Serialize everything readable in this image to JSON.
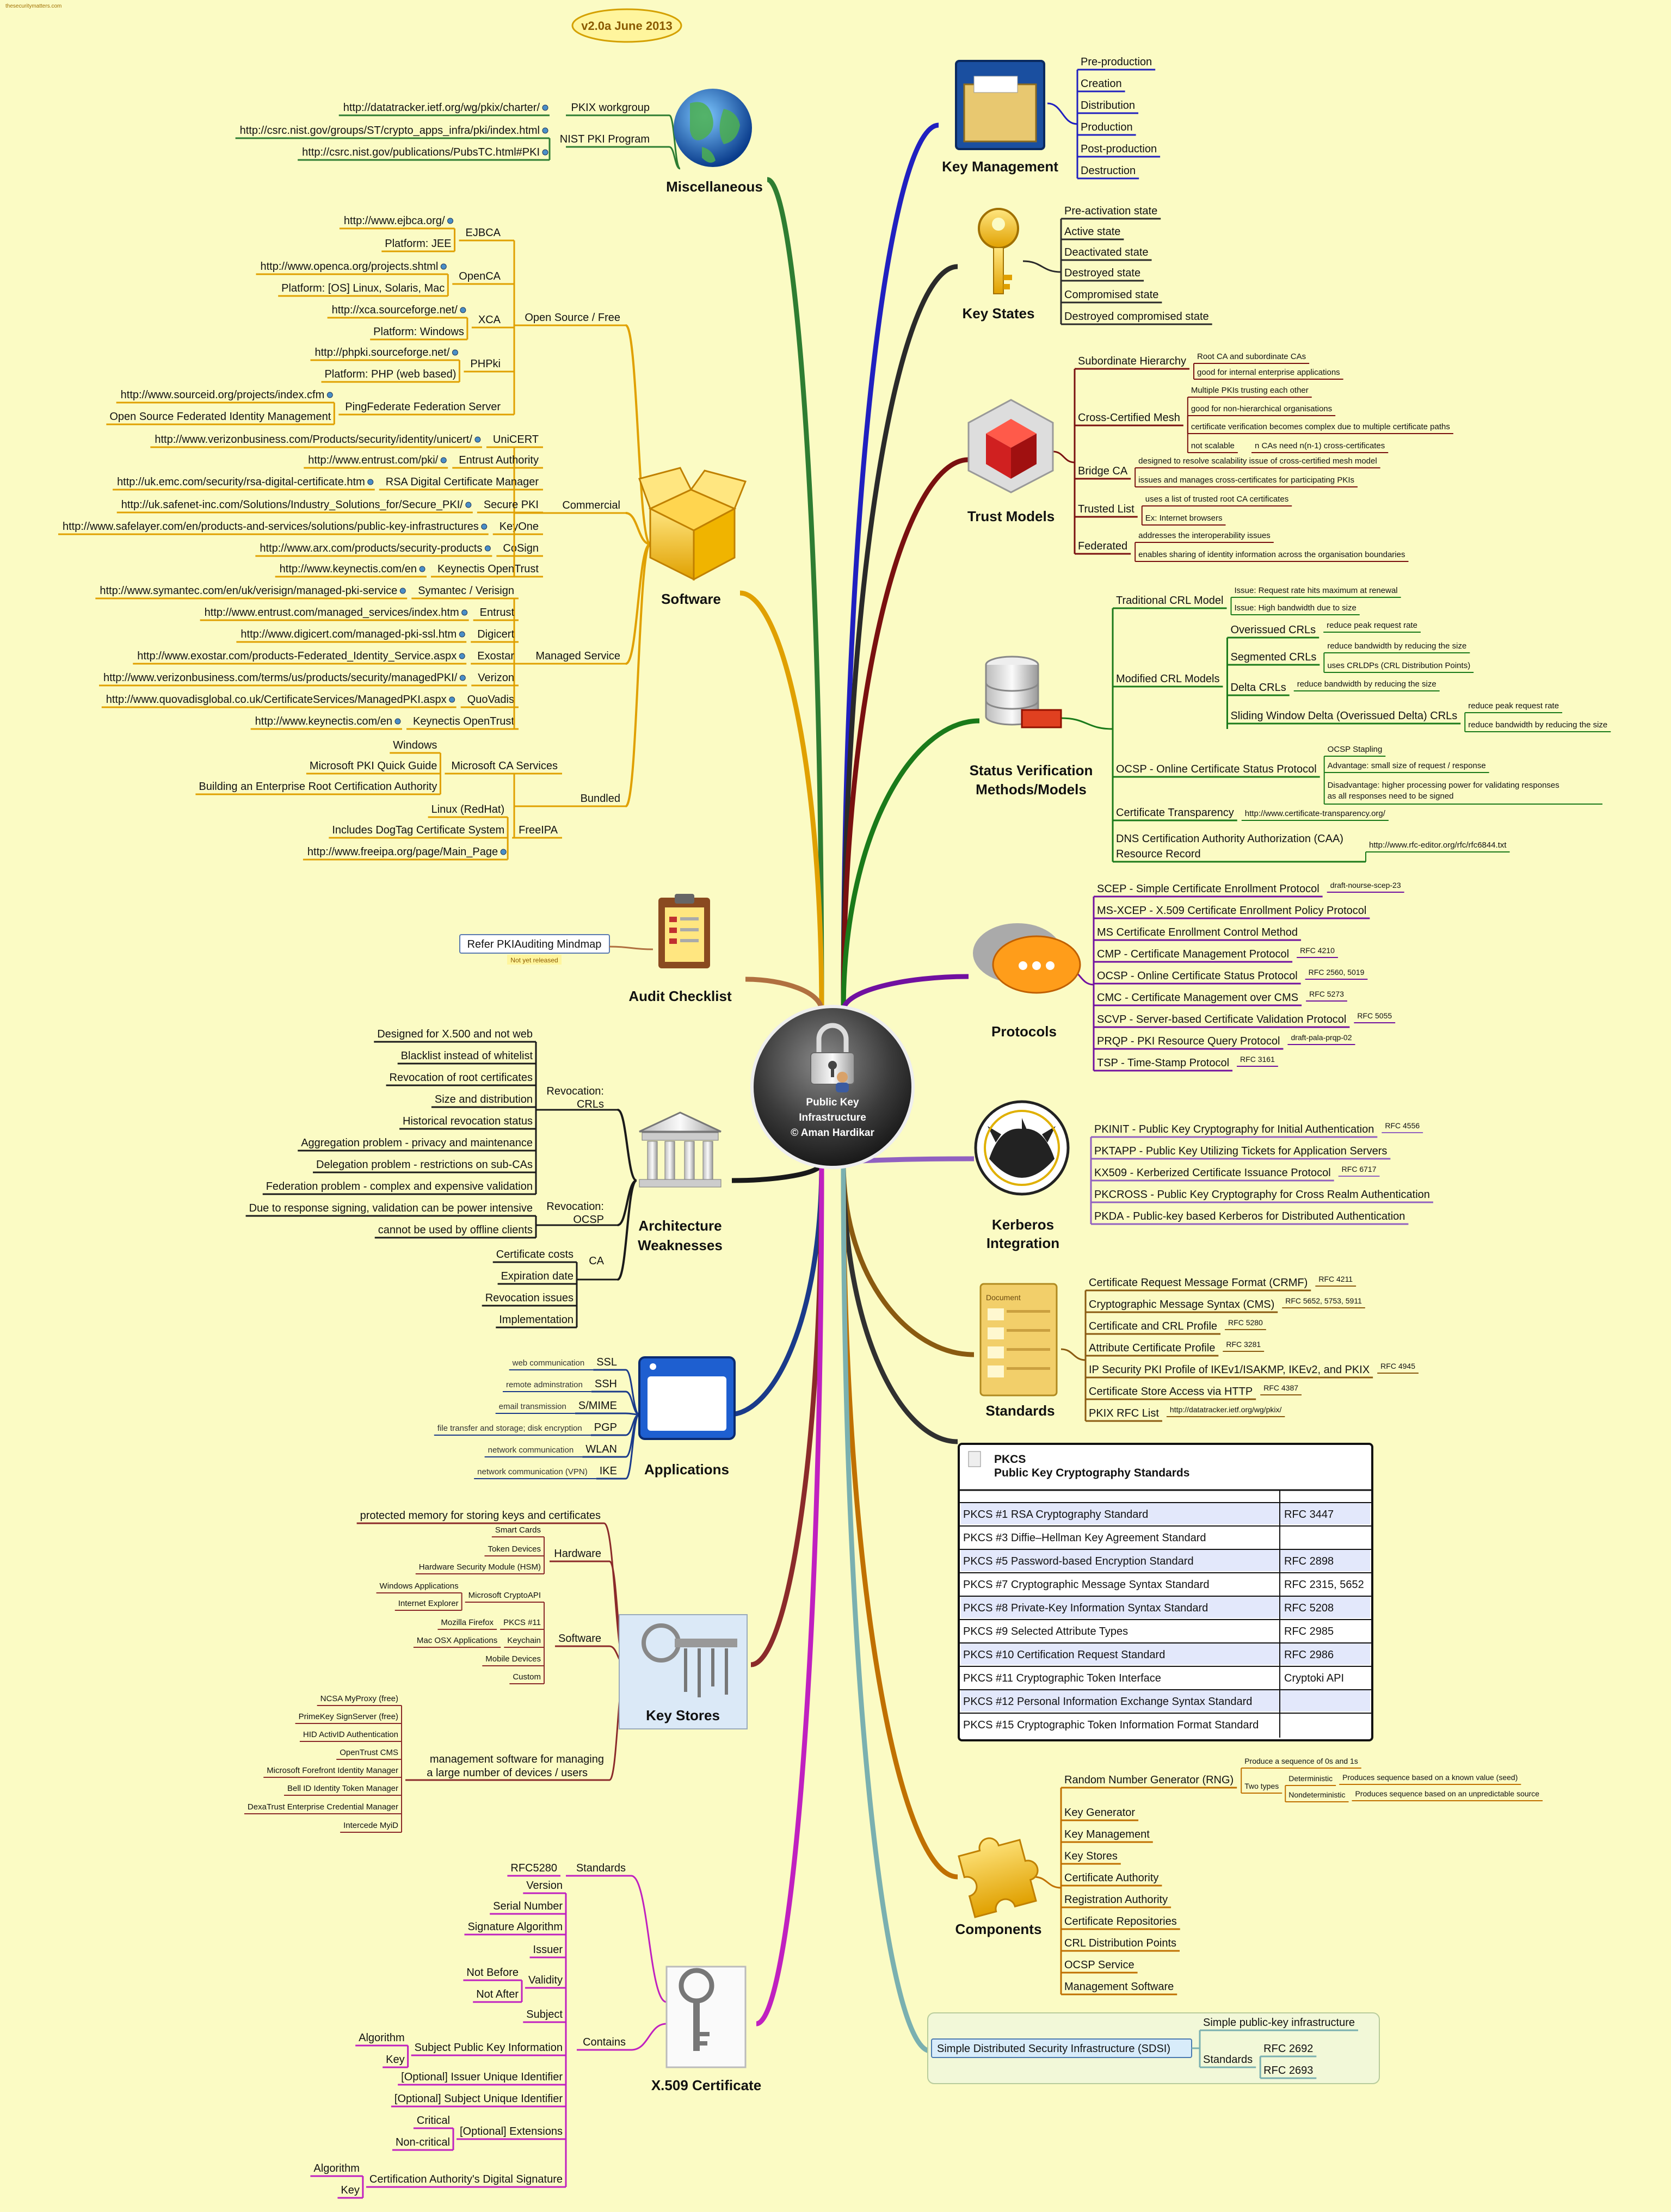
{
  "header": {
    "site": "thesecuritymatters.com",
    "version": "v2.0a June 2013"
  },
  "center": {
    "line1": "Public Key",
    "line2": "Infrastructure",
    "line3": "© Aman Hardikar"
  },
  "colors": {
    "background": "#fbfbc4",
    "misc": "#2e7d32",
    "software": "#e0a000",
    "audit": "#b07040",
    "architecture": "#1a1a1a",
    "applications": "#1a3a8a",
    "keystores": "#8b2a2a",
    "x509": "#c020c0",
    "keymgmt": "#2020c0",
    "keystates": "#2a2a2a",
    "trust": "#7a1010",
    "status": "#1a7a1a",
    "protocols": "#7010a0",
    "kerberos": "#9060c0",
    "standards": "#8a5a10",
    "pkcs": "#303030",
    "components": "#c07000",
    "sdsi": "#7ab0b0"
  },
  "left": {
    "misc": {
      "title": "Miscellaneous",
      "groups": [
        {
          "label": "PKIX workgroup",
          "items": [
            "http://datatracker.ietf.org/wg/pkix/charter/"
          ]
        },
        {
          "label": "NIST PKI Program",
          "items": [
            "http://csrc.nist.gov/groups/ST/crypto_apps_infra/pki/index.html",
            "http://csrc.nist.gov/publications/PubsTC.html#PKI"
          ]
        }
      ]
    },
    "software": {
      "title": "Software",
      "sections": [
        {
          "label": "Open Source / Free",
          "groups": [
            {
              "label": "EJBCA",
              "items": [
                "http://www.ejbca.org/",
                "Platform: JEE"
              ]
            },
            {
              "label": "OpenCA",
              "items": [
                "http://www.openca.org/projects.shtml",
                "Platform: [OS] Linux, Solaris, Mac"
              ]
            },
            {
              "label": "XCA",
              "items": [
                "http://xca.sourceforge.net/",
                "Platform: Windows"
              ]
            },
            {
              "label": "PHPki",
              "items": [
                "http://phpki.sourceforge.net/",
                "Platform: PHP (web based)"
              ]
            },
            {
              "label": "PingFederate Federation Server",
              "items": [
                "http://www.sourceid.org/projects/index.cfm",
                "Open Source Federated Identity Management"
              ]
            }
          ]
        },
        {
          "label": "Commercial",
          "groups": [
            {
              "label": "UniCERT",
              "items": [
                "http://www.verizonbusiness.com/Products/security/identity/unicert/"
              ]
            },
            {
              "label": "Entrust Authority",
              "items": [
                "http://www.entrust.com/pki/"
              ]
            },
            {
              "label": "RSA Digital Certificate Manager",
              "items": [
                "http://uk.emc.com/security/rsa-digital-certificate.htm"
              ]
            },
            {
              "label": "Secure PKI",
              "items": [
                "http://uk.safenet-inc.com/Solutions/Industry_Solutions_for/Secure_PKI/"
              ]
            },
            {
              "label": "KeyOne",
              "items": [
                "http://www.safelayer.com/en/products-and-services/solutions/public-key-infrastructures"
              ]
            },
            {
              "label": "CoSign",
              "items": [
                "http://www.arx.com/products/security-products"
              ]
            },
            {
              "label": "Keynectis OpenTrust",
              "items": [
                "http://www.keynectis.com/en"
              ]
            }
          ]
        },
        {
          "label": "Managed Service",
          "groups": [
            {
              "label": "Symantec / Verisign",
              "items": [
                "http://www.symantec.com/en/uk/verisign/managed-pki-service"
              ]
            },
            {
              "label": "Entrust",
              "items": [
                "http://www.entrust.com/managed_services/index.htm"
              ]
            },
            {
              "label": "Digicert",
              "items": [
                "http://www.digicert.com/managed-pki-ssl.htm"
              ]
            },
            {
              "label": "Exostar",
              "items": [
                "http://www.exostar.com/products-Federated_Identity_Service.aspx"
              ]
            },
            {
              "label": "Verizon",
              "items": [
                "http://www.verizonbusiness.com/terms/us/products/security/managedPKI/"
              ]
            },
            {
              "label": "QuoVadis",
              "items": [
                "http://www.quovadisglobal.co.uk/CertificateServices/ManagedPKI.aspx"
              ]
            },
            {
              "label": "Keynectis OpenTrust",
              "items": [
                "http://www.keynectis.com/en"
              ]
            }
          ]
        },
        {
          "label": "Bundled",
          "groups": [
            {
              "label": "Microsoft CA Services",
              "items": [
                "Windows",
                "Microsoft PKI Quick Guide",
                "Building an Enterprise Root Certification Authority"
              ]
            },
            {
              "label": "FreeIPA",
              "items": [
                "Linux (RedHat)",
                "Includes DogTag Certificate System",
                "http://www.freeipa.org/page/Main_Page"
              ]
            }
          ]
        }
      ]
    },
    "audit": {
      "title": "Audit Checklist",
      "item": "Refer PKIAuditing Mindmap",
      "note": "Not yet released"
    },
    "architecture": {
      "title1": "Architecture",
      "title2": "Weaknesses",
      "groups": [
        {
          "label1": "Revocation:",
          "label2": "CRLs",
          "items": [
            "Designed for X.500 and not web",
            "Blacklist instead of whitelist",
            "Revocation of root certificates",
            "Size and distribution",
            "Historical revocation status",
            "Aggregation problem - privacy and maintenance",
            "Delegation problem - restrictions on sub-CAs",
            "Federation problem - complex and expensive validation"
          ]
        },
        {
          "label1": "Revocation:",
          "label2": "OCSP",
          "items": [
            "Due to response signing, validation can be power intensive",
            "cannot be used by offline clients"
          ]
        },
        {
          "label1": "CA",
          "label2": "",
          "items": [
            "Certificate costs",
            "Expiration date",
            "Revocation issues",
            "Implementation"
          ]
        }
      ]
    },
    "applications": {
      "title": "Applications",
      "items": [
        {
          "label": "SSL",
          "note": "web communication"
        },
        {
          "label": "SSH",
          "note": "remote adminstration"
        },
        {
          "label": "S/MIME",
          "note": "email transmission"
        },
        {
          "label": "PGP",
          "note": "file transfer and storage; disk encryption"
        },
        {
          "label": "WLAN",
          "note": "network communication"
        },
        {
          "label": "IKE",
          "note": "network communication (VPN)"
        }
      ]
    },
    "keystores": {
      "title": "Key Stores",
      "top": "protected memory for storing keys and certificates",
      "hardware": {
        "label": "Hardware",
        "items": [
          "Smart Cards",
          "Token Devices",
          "Hardware Security Module (HSM)"
        ]
      },
      "software": {
        "label": "Software",
        "items": [
          {
            "label": "Microsoft CryptoAPI",
            "sub": [
              "Windows Applications",
              "Internet Explorer"
            ]
          },
          {
            "label": "PKCS #11",
            "sub": [
              "Mozilla Firefox"
            ]
          },
          {
            "label": "Keychain",
            "sub": [
              "Mac OSX Applications"
            ]
          },
          {
            "label": "Mobile Devices",
            "sub": []
          },
          {
            "label": "Custom",
            "sub": []
          }
        ]
      },
      "mgmt": {
        "label1": "management software for managing",
        "label2": "a large number of devices / users",
        "items": [
          "NCSA MyProxy (free)",
          "PrimeKey SignServer (free)",
          "HID ActivID Authentication",
          "OpenTrust CMS",
          "Microsoft Forefront Identity Manager",
          "Bell ID Identity Token Manager",
          "DexaTrust Enterprise Credential Manager",
          "Intercede MyiD"
        ]
      }
    },
    "x509": {
      "title": "X.509 Certificate",
      "standards": {
        "label": "Standards",
        "item": "RFC5280"
      },
      "contains": {
        "label": "Contains",
        "items": [
          {
            "label": "Version",
            "sub": []
          },
          {
            "label": "Serial Number",
            "sub": []
          },
          {
            "label": "Signature Algorithm",
            "sub": []
          },
          {
            "label": "Issuer",
            "sub": []
          },
          {
            "label": "Validity",
            "sub": [
              "Not Before",
              "Not After"
            ]
          },
          {
            "label": "Subject",
            "sub": []
          },
          {
            "label": "Subject Public Key Information",
            "sub": [
              "Algorithm",
              "Key"
            ]
          },
          {
            "label": "[Optional] Issuer Unique Identifier",
            "sub": []
          },
          {
            "label": "[Optional] Subject Unique Identifier",
            "sub": []
          },
          {
            "label": "[Optional] Extensions",
            "sub": [
              "Critical",
              "Non-critical"
            ]
          },
          {
            "label": "Certification Authority's Digital Signature",
            "sub": [
              "Algorithm",
              "Key"
            ]
          }
        ]
      }
    }
  },
  "right": {
    "keymgmt": {
      "title": "Key Management",
      "items": [
        "Pre-production",
        "Creation",
        "Distribution",
        "Production",
        "Post-production",
        "Destruction"
      ]
    },
    "keystates": {
      "title": "Key States",
      "items": [
        "Pre-activation state",
        "Active state",
        "Deactivated state",
        "Destroyed state",
        "Compromised state",
        "Destroyed compromised state"
      ]
    },
    "trust": {
      "title": "Trust Models",
      "groups": [
        {
          "label": "Subordinate Hierarchy",
          "items": [
            "Root CA and subordinate CAs",
            "good for internal enterprise applications"
          ]
        },
        {
          "label": "Cross-Certified Mesh",
          "items": [
            "Multiple PKIs trusting each other",
            "good for non-hierarchical organisations",
            "certificate verification becomes complex due to multiple certificate paths",
            "not scalable",
            "n CAs need n(n-1) cross-certificates"
          ]
        },
        {
          "label": "Bridge CA",
          "items": [
            "designed to resolve scalability issue of cross-certified mesh model",
            "issues and manages cross-certificates for participating PKIs"
          ]
        },
        {
          "label": "Trusted List",
          "items": [
            "uses a list of trusted root CA certificates",
            "Ex: Internet browsers"
          ]
        },
        {
          "label": "Federated",
          "items": [
            "addresses the interoperability issues",
            "enables sharing of identity information across the organisation boundaries"
          ]
        }
      ]
    },
    "status": {
      "title1": "Status Verification",
      "title2": "Methods/Models",
      "groups": [
        {
          "label": "Traditional CRL Model",
          "items": [
            "Issue: Request rate hits maximum at renewal",
            "Issue: High bandwidth due to size"
          ]
        },
        {
          "label": "Modified CRL Models",
          "subs": [
            {
              "label": "Overissued CRLs",
              "items": [
                "reduce peak request rate"
              ]
            },
            {
              "label": "Segmented CRLs",
              "items": [
                "reduce bandwidth by reducing the size",
                "uses CRLDPs (CRL Distribution Points)"
              ]
            },
            {
              "label": "Delta CRLs",
              "items": [
                "reduce bandwidth by reducing the size"
              ]
            },
            {
              "label": "Sliding Window Delta (Overissued Delta) CRLs",
              "items": [
                "reduce peak request rate",
                "reduce bandwidth by reducing the size"
              ]
            }
          ]
        },
        {
          "label": "OCSP - Online Certificate Status Protocol",
          "items": [
            "OCSP Stapling",
            "Advantage: small size of request / response",
            "Disadvantage: higher processing power for validating responses",
            "as all responses need to be signed"
          ]
        },
        {
          "label": "Certificate Transparency",
          "items": [
            "http://www.certificate-transparency.org/"
          ]
        },
        {
          "label": "DNS Certification Authority Authorization (CAA)",
          "label2": "Resource Record",
          "items": [
            "http://www.rfc-editor.org/rfc/rfc6844.txt"
          ]
        }
      ]
    },
    "protocols": {
      "title": "Protocols",
      "items": [
        {
          "label": "SCEP - Simple Certificate Enrollment Protocol",
          "ref": "draft-nourse-scep-23"
        },
        {
          "label": "MS-XCEP - X.509 Certificate Enrollment Policy Protocol",
          "ref": ""
        },
        {
          "label": "MS Certificate Enrollment Control Method",
          "ref": ""
        },
        {
          "label": "CMP - Certificate Management Protocol",
          "ref": "RFC 4210"
        },
        {
          "label": "OCSP - Online Certificate Status Protocol",
          "ref": "RFC 2560, 5019"
        },
        {
          "label": "CMC - Certificate Management over CMS",
          "ref": "RFC 5273"
        },
        {
          "label": "SCVP - Server-based Certificate Validation Protocol",
          "ref": "RFC 5055"
        },
        {
          "label": "PRQP - PKI Resource Query Protocol",
          "ref": "draft-pala-prqp-02"
        },
        {
          "label": "TSP - Time-Stamp Protocol",
          "ref": "RFC 3161"
        }
      ]
    },
    "kerberos": {
      "title1": "Kerberos",
      "title2": "Integration",
      "items": [
        {
          "label": "PKINIT - Public Key Cryptography for Initial Authentication",
          "ref": "RFC 4556"
        },
        {
          "label": "PKTAPP - Public Key Utilizing Tickets for Application Servers",
          "ref": ""
        },
        {
          "label": "KX509 - Kerberized Certificate Issuance Protocol",
          "ref": "RFC 6717"
        },
        {
          "label": "PKCROSS - Public Key Cryptography for Cross Realm Authentication",
          "ref": ""
        },
        {
          "label": "PKDA - Public-key based Kerberos for Distributed Authentication",
          "ref": ""
        }
      ]
    },
    "standards": {
      "title": "Standards",
      "doc_label": "Document",
      "items": [
        {
          "label": "Certificate Request Message Format (CRMF)",
          "ref": "RFC 4211"
        },
        {
          "label": "Cryptographic Message Syntax (CMS)",
          "ref": "RFC 5652, 5753, 5911"
        },
        {
          "label": "Certificate and CRL Profile",
          "ref": "RFC 5280"
        },
        {
          "label": "Attribute Certificate Profile",
          "ref": "RFC 3281"
        },
        {
          "label": "IP Security PKI Profile of IKEv1/ISAKMP, IKEv2, and PKIX",
          "ref": "RFC 4945"
        },
        {
          "label": "Certificate Store Access via HTTP",
          "ref": "RFC 4387"
        },
        {
          "label": "PKIX RFC List",
          "ref": "http://datatracker.ietf.org/wg/pkix/"
        }
      ]
    },
    "pkcs": {
      "title1": "PKCS",
      "title2": "Public Key Cryptography Standards",
      "rows": [
        {
          "name": "PKCS #1 RSA Cryptography Standard",
          "rfc": "RFC 3447"
        },
        {
          "name": "PKCS #3 Diffie–Hellman Key Agreement Standard",
          "rfc": ""
        },
        {
          "name": "PKCS #5 Password-based Encryption Standard",
          "rfc": "RFC 2898"
        },
        {
          "name": "PKCS #7 Cryptographic Message Syntax Standard",
          "rfc": "RFC 2315, 5652"
        },
        {
          "name": "PKCS #8 Private-Key Information Syntax Standard",
          "rfc": "RFC 5208"
        },
        {
          "name": "PKCS #9 Selected Attribute Types",
          "rfc": "RFC 2985"
        },
        {
          "name": "PKCS #10 Certification Request Standard",
          "rfc": "RFC 2986"
        },
        {
          "name": "PKCS #11 Cryptographic Token Interface",
          "rfc": "Cryptoki API"
        },
        {
          "name": "PKCS #12 Personal Information Exchange Syntax Standard",
          "rfc": ""
        },
        {
          "name": "PKCS #15 Cryptographic Token Information Format Standard",
          "rfc": ""
        }
      ]
    },
    "components": {
      "title": "Components",
      "rng": {
        "label": "Random Number Generator (RNG)",
        "top": "Produce a sequence of 0s and 1s",
        "types_label": "Two types",
        "types": [
          {
            "label": "Deterministic",
            "note": "Produces sequence based on a known value (seed)"
          },
          {
            "label": "Nondeterministic",
            "note": "Produces sequence based on an unpredictable source"
          }
        ]
      },
      "items": [
        "Key Generator",
        "Key Management",
        "Key Stores",
        "Certificate Authority",
        "Registration Authority",
        "Certificate Repositories",
        "CRL Distribution Points",
        "OCSP Service",
        "Management Software"
      ]
    },
    "sdsi": {
      "label": "Simple Distributed Security Infrastructure (SDSI)",
      "top": "Simple public-key infrastructure",
      "standards": "Standards",
      "rfcs": [
        "RFC 2692",
        "RFC 2693"
      ]
    }
  }
}
